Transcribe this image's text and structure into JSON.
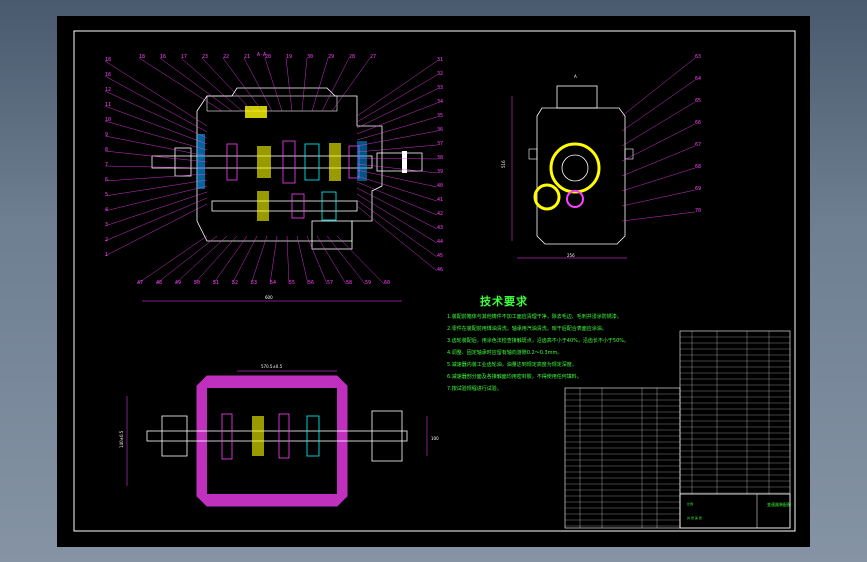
{
  "drawing": {
    "section_label": "A-A",
    "side_view_label": "A",
    "overall_length_dim": "600",
    "top_dim": "570.5±0.5",
    "side_height_dim": "516",
    "side_width_dim": "256",
    "plan_height_dim": "140±0.5",
    "plan_right_dim": "100",
    "colors": {
      "background": "#000000",
      "frame": "#ffffff",
      "housing": "#ff40ff",
      "text_green": "#3cff3c",
      "gear_yellow": "#ffff00",
      "balloon": "#ff40ff"
    }
  },
  "balloons_left": [
    "18",
    "16",
    "12",
    "11",
    "10",
    "9",
    "8",
    "7",
    "6",
    "5",
    "4",
    "3",
    "2",
    "1"
  ],
  "balloons_top": [
    "18",
    "16",
    "17",
    "23",
    "22",
    "21",
    "20",
    "19",
    "30",
    "29",
    "28",
    "27"
  ],
  "balloons_right_main": [
    "31",
    "32",
    "33",
    "34",
    "35",
    "36",
    "37",
    "38",
    "39",
    "40",
    "41",
    "42",
    "43",
    "44",
    "45",
    "46"
  ],
  "balloons_bottom_main": [
    "47",
    "48",
    "49",
    "50",
    "51",
    "52",
    "53",
    "54",
    "55",
    "56",
    "57",
    "58",
    "59",
    "60"
  ],
  "balloons_side_view": [
    "63",
    "64",
    "65",
    "66",
    "67",
    "68",
    "69",
    "70"
  ],
  "tech_requirements": {
    "title": "技术要求",
    "items": [
      "1.装配前箱体与其他铸件不加工面应清理干净，除去毛边、毛刺并浸涂防锈漆。",
      "2.零件在装配前用煤油清洗，轴承用汽油清洗，晾干后配合表面应涂油。",
      "3.齿轮装配后，用涂色法检查接触斑点，沿齿高不小于40%，沿齿长不小于50%。",
      "4.调整、固定轴承时应留有轴向游隙0.2～0.3mm。",
      "5.减速器内装工业齿轮油，油量达到规定高度为规定深度。",
      "6.减速器剖分面及各接触面均用密封胶，不得使用任何填料。",
      "7.按试验规程进行试验。"
    ]
  },
  "title_block": {
    "drawing_name": "变速器装配图",
    "scale_label": "比例",
    "sheet_label": "共 张 第 张"
  }
}
